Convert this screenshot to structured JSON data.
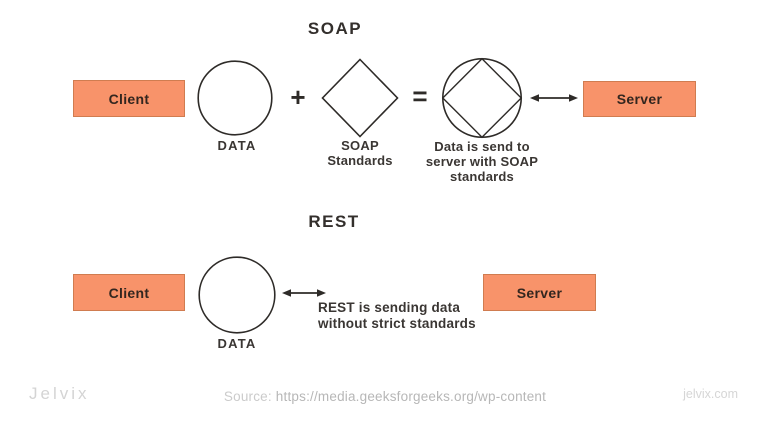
{
  "colors": {
    "box_fill": "#F8936A",
    "box_border": "#d07c50",
    "stroke": "#2e2b28",
    "text_dark": "#332f2c",
    "footer_gray": "#cbcbcb",
    "footer_light": "#d6d6d6"
  },
  "soap": {
    "title": "SOAP",
    "client_label": "Client",
    "data_label": "DATA",
    "plus_sign": "+",
    "standards_lines": [
      "SOAP",
      "Standards"
    ],
    "equals_sign": "=",
    "result_lines": [
      "Data is send to",
      "server with SOAP",
      "standards"
    ],
    "server_label": "Server"
  },
  "rest": {
    "title": "REST",
    "client_label": "Client",
    "data_label": "DATA",
    "desc_lines": [
      "REST is sending data",
      "without strict standards"
    ],
    "server_label": "Server"
  },
  "footer": {
    "logo": "Jelvix",
    "source_prefix": "Source:",
    "source_url": "https://media.geeksforgeeks.org/wp-content",
    "site": "jelvix.com"
  }
}
